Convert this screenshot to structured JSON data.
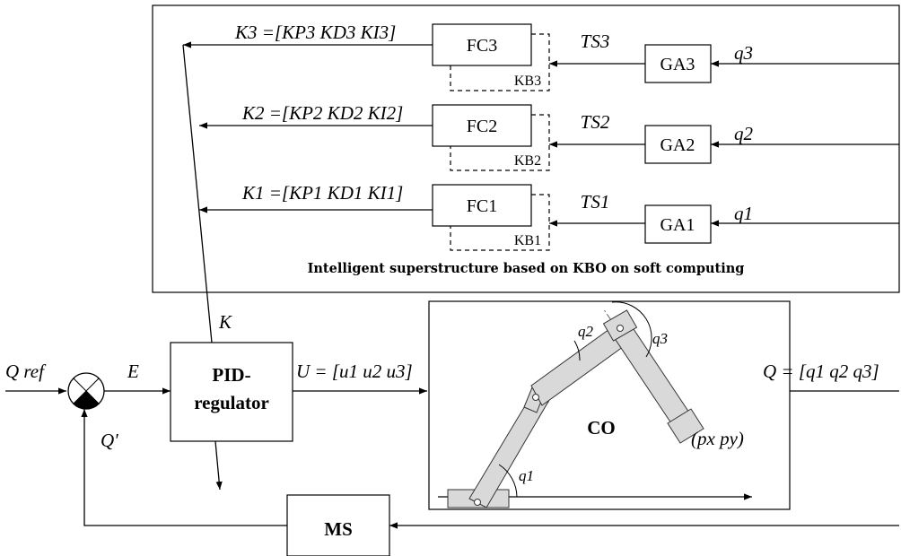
{
  "superstructure": {
    "caption": "Intelligent superstructure based on KBO on soft computing",
    "rows": [
      {
        "gain": "K3 =[KP3 KD3 KI3]",
        "fc": "FC3",
        "kb": "KB3",
        "ts": "TS3",
        "ga": "GA3",
        "q": "q3"
      },
      {
        "gain": "K2 =[KP2 KD2 KI2]",
        "fc": "FC2",
        "kb": "KB2",
        "ts": "TS2",
        "ga": "GA2",
        "q": "q2"
      },
      {
        "gain": "K1 =[KP1 KD1 KI1]",
        "fc": "FC1",
        "kb": "KB1",
        "ts": "TS1",
        "ga": "GA1",
        "q": "q1"
      }
    ]
  },
  "loop": {
    "q_ref": "Q ref",
    "error": "E",
    "k_label": "K",
    "feedback": "Q'",
    "pid": [
      "PID-",
      "regulator"
    ],
    "control": "U = [u1 u2 u3]",
    "output": "Q = [q1 q2 q3]",
    "ms": "MS"
  },
  "plant": {
    "title": "CO",
    "angles": [
      "q1",
      "q2",
      "q3"
    ],
    "endpoint": "(px py)"
  }
}
